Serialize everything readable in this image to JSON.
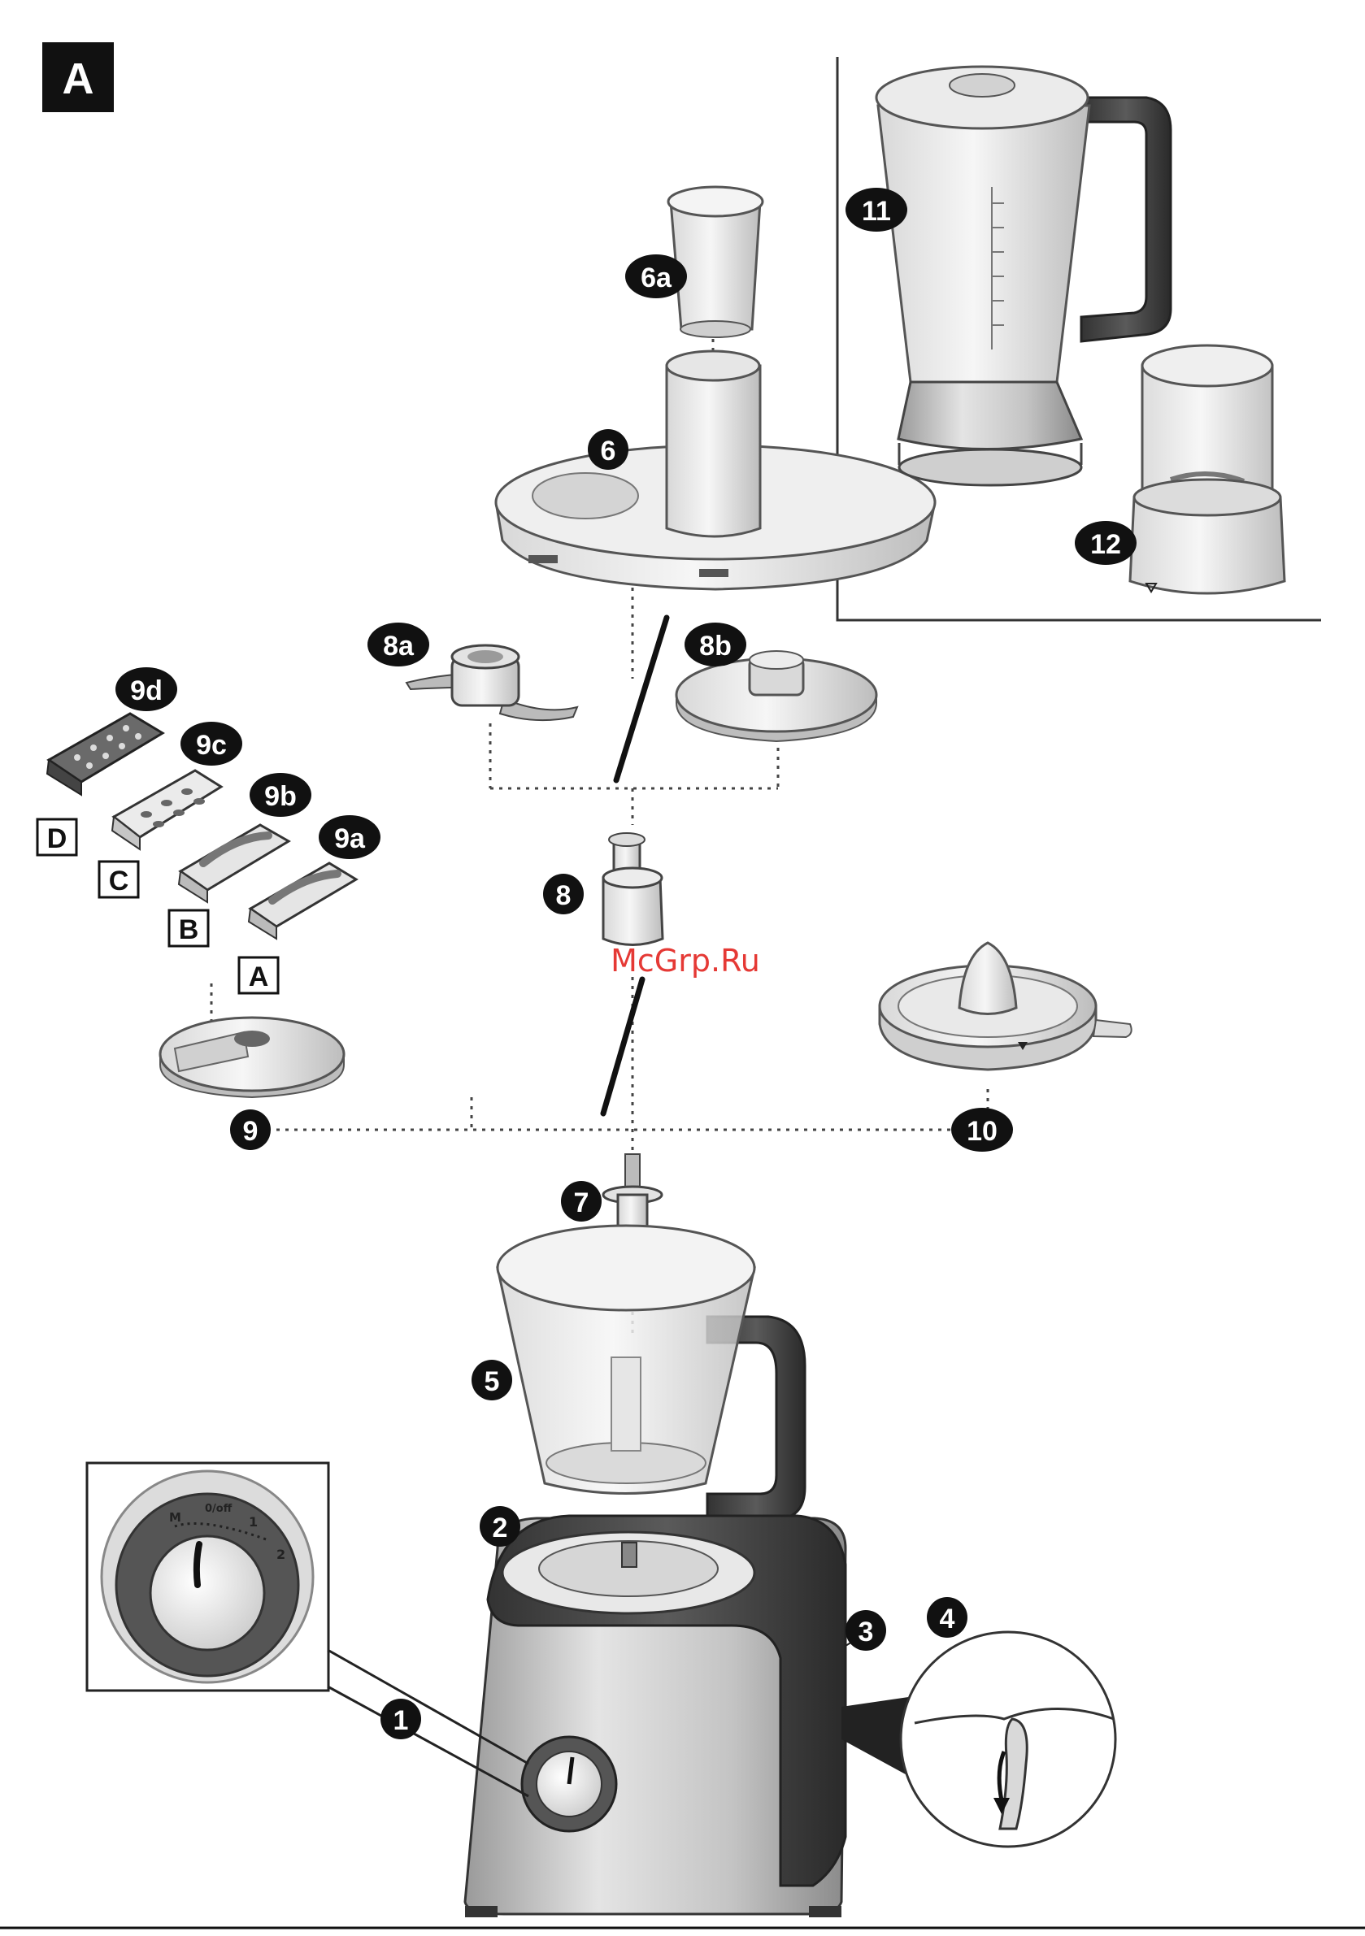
{
  "panel_label": "A",
  "watermark": "McGrp.Ru",
  "callouts": {
    "c1": "1",
    "c2": "2",
    "c3": "3",
    "c4": "4",
    "c5": "5",
    "c6": "6",
    "c6a": "6a",
    "c7": "7",
    "c8": "8",
    "c8a": "8a",
    "c8b": "8b",
    "c9": "9",
    "c9a": "9a",
    "c9b": "9b",
    "c9c": "9c",
    "c9d": "9d",
    "c10": "10",
    "c11": "11",
    "c12": "12"
  },
  "disc_letters": {
    "a": "A",
    "b": "B",
    "c": "C",
    "d": "D"
  },
  "dial_labels": {
    "m": "M",
    "off": "0/off",
    "one": "1",
    "two": "2"
  },
  "colors": {
    "callout_fill": "#111111",
    "line": "#1a1a1a",
    "plastic_light": "#eeeeee",
    "plastic_mid": "#c8c8c8",
    "metal_dark": "#4a4a4a",
    "watermark": "#e53935"
  }
}
